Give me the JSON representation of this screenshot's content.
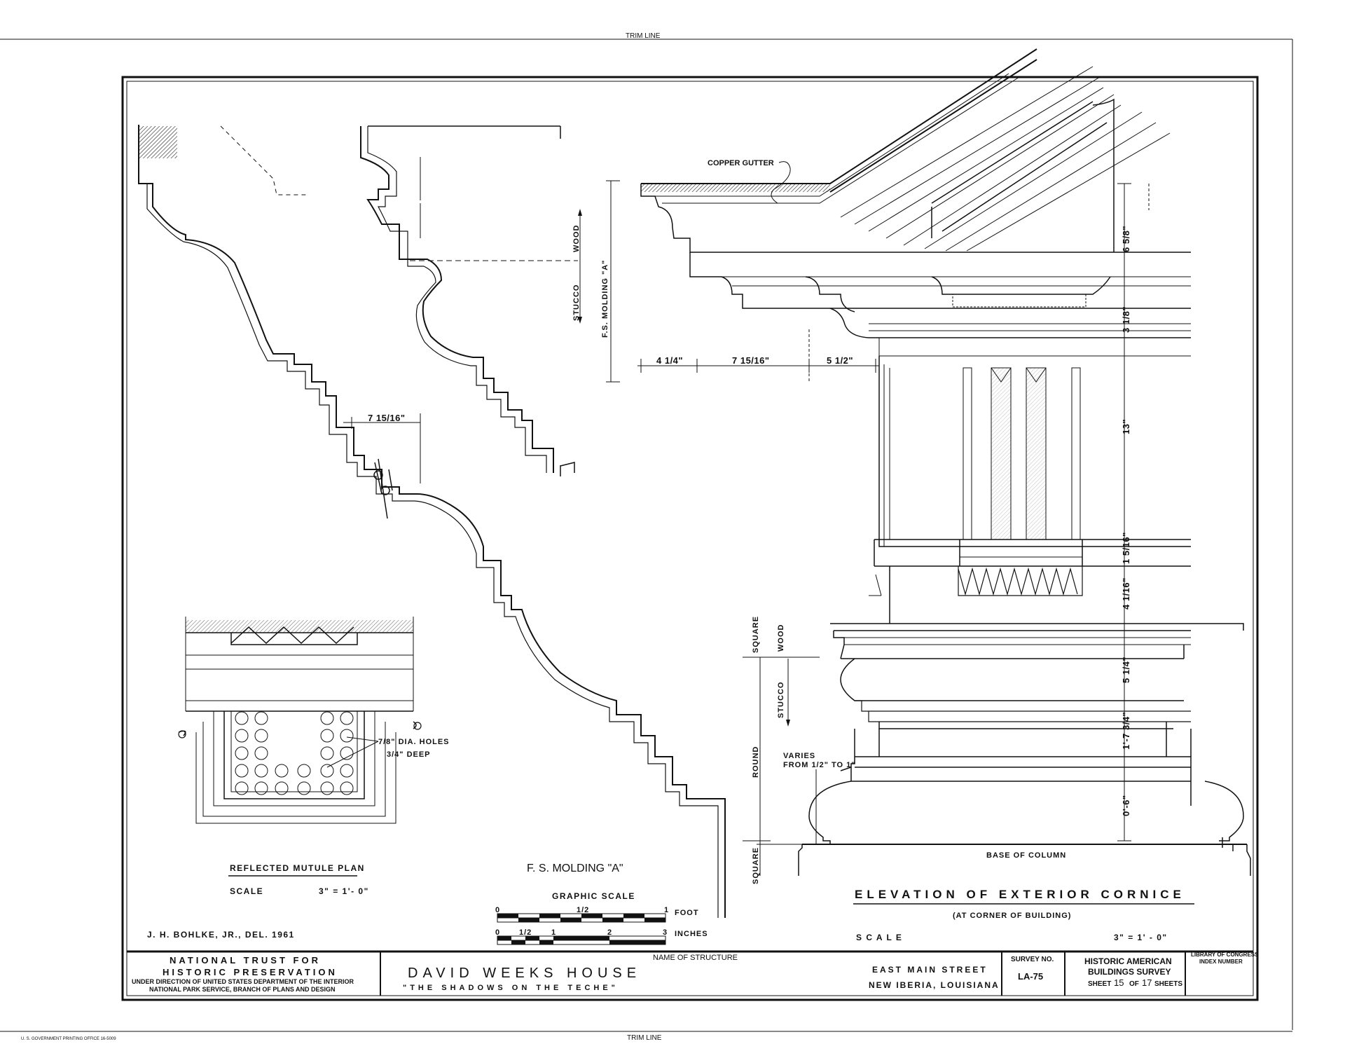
{
  "sheet": {
    "trim_top": "TRIM LINE",
    "trim_bottom": "TRIM LINE",
    "gpo_note": "U. S. GOVERNMENT PRINTING OFFICE 16-5009"
  },
  "drawings": {
    "gutter_label": "COPPER GUTTER",
    "wood": "WOOD",
    "stucco": "STUCCO",
    "fs_molding_vertical": "F.S. MOLDING \"A\"",
    "dims_top": [
      "4 1/4\"",
      "7 15/16\"",
      "5 1/2\""
    ],
    "dim_profile": "7 15/16\"",
    "dims_right": [
      "6 5/8\"",
      "3 1/8\"",
      "13\"",
      "1 5/16\"",
      "4 1/16\"",
      "5 1/4\"",
      "1'-7 3/4\"",
      "0'-6\""
    ],
    "base_labels": {
      "square_top": "SQUARE",
      "wood": "WOOD",
      "stucco": "STUCCO",
      "round": "ROUND",
      "square_bottom": "SQUARE"
    },
    "varies_1": "VARIES",
    "varies_2": "FROM 1/2\" TO 1\"",
    "base_of_column": "BASE OF COLUMN",
    "holes_1": "7/8\" DIA. HOLES",
    "holes_2": "3/4\" DEEP"
  },
  "captions": {
    "mutule_title": "REFLECTED MUTULE PLAN",
    "mutule_scale_label": "SCALE",
    "mutule_scale_value": "3\" = 1'- 0\"",
    "fs_title": "F. S. MOLDING \"A\"",
    "graphic_scale": "GRAPHIC   SCALE",
    "scale_foot": {
      "z": "0",
      "h": "1/2",
      "o": "1",
      "unit": "FOOT"
    },
    "scale_inch": {
      "z": "0",
      "h": "1/2",
      "a": "1",
      "b": "2",
      "c": "3",
      "unit": "INCHES"
    },
    "elevation_title": "ELEVATION  OF  EXTERIOR  CORNICE",
    "elevation_sub": "(AT CORNER OF BUILDING)",
    "elevation_scale_label": "S C A L E",
    "elevation_scale_value": "3\" = 1' - 0\"",
    "delineator": "J. H. BOHLKE, JR., DEL. 1961"
  },
  "title_block": {
    "trust_1": "NATIONAL  TRUST  FOR",
    "trust_2": "HISTORIC  PRESERVATION",
    "trust_3": "UNDER DIRECTION OF UNITED STATES DEPARTMENT OF THE INTERIOR",
    "trust_4": "NATIONAL PARK SERVICE, BRANCH OF PLANS AND DESIGN",
    "name_label": "NAME OF STRUCTURE",
    "name_1": "DAVID  WEEKS  HOUSE",
    "name_2": "\"THE  SHADOWS  ON  THE  TECHE\"",
    "addr_1": "EAST  MAIN  STREET",
    "addr_2": "NEW IBERIA, LOUISIANA",
    "survey_label": "SURVEY NO.",
    "survey_no": "LA-75",
    "habs_1": "HISTORIC AMERICAN",
    "habs_2": "BUILDINGS SURVEY",
    "sheet_word": "SHEET",
    "sheet_no": "15",
    "of_word": "OF",
    "sheet_total": "17",
    "sheets_word": "SHEETS",
    "loc_1": "LIBRARY OF CONGRESS",
    "loc_2": "INDEX NUMBER"
  }
}
